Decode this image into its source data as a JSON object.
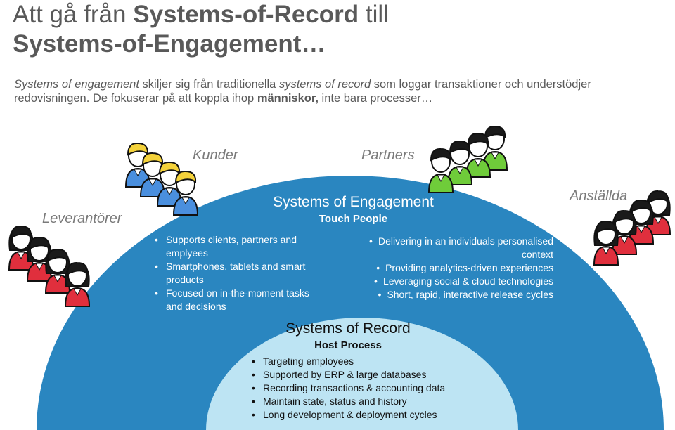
{
  "title": {
    "prefix": "Att gå från ",
    "bold1": "Systems-of-Record",
    "middle": " till",
    "line2": "Systems-of-Engagement…"
  },
  "intro": {
    "italic1": "Systems of engagement",
    "t1": " skiljer sig från traditionella ",
    "italic2": "systems of record",
    "t2": " som loggar transaktioner och understödjer redovisningen. ",
    "t3": "De fokuserar på att koppla ihop ",
    "bold": "människor,",
    "t4": "  inte bara processer…"
  },
  "groups": {
    "kunder": "Kunder",
    "partners": "Partners",
    "leverantorer": "Leverantörer",
    "anstallda": "Anställda"
  },
  "colors": {
    "outer_arch": "#2a86c0",
    "inner_arch": "#bde4f3",
    "kunder": "#4a8fde",
    "partners": "#6fcc3a",
    "leverantorer": "#e02f3d",
    "anstallda": "#e02f3d"
  },
  "soe": {
    "title": "Systems of Engagement",
    "subtitle": "Touch People",
    "left_items": [
      "Supports clients, partners and emplyees",
      "Smartphones, tablets and smart products",
      "Focused on in-the-moment tasks and decisions"
    ],
    "right_items": [
      "Delivering in an individuals personalised context",
      "Providing analytics-driven experiences",
      "Leveraging social & cloud technologies",
      "Short, rapid, interactive release cycles"
    ]
  },
  "sor": {
    "title": "Systems of Record",
    "subtitle": "Host Process",
    "items": [
      "Targeting employees",
      "Supported by ERP & large databases",
      "Recording transactions & accounting data",
      "Maintain state, status and history",
      "Long development & deployment cycles"
    ]
  }
}
